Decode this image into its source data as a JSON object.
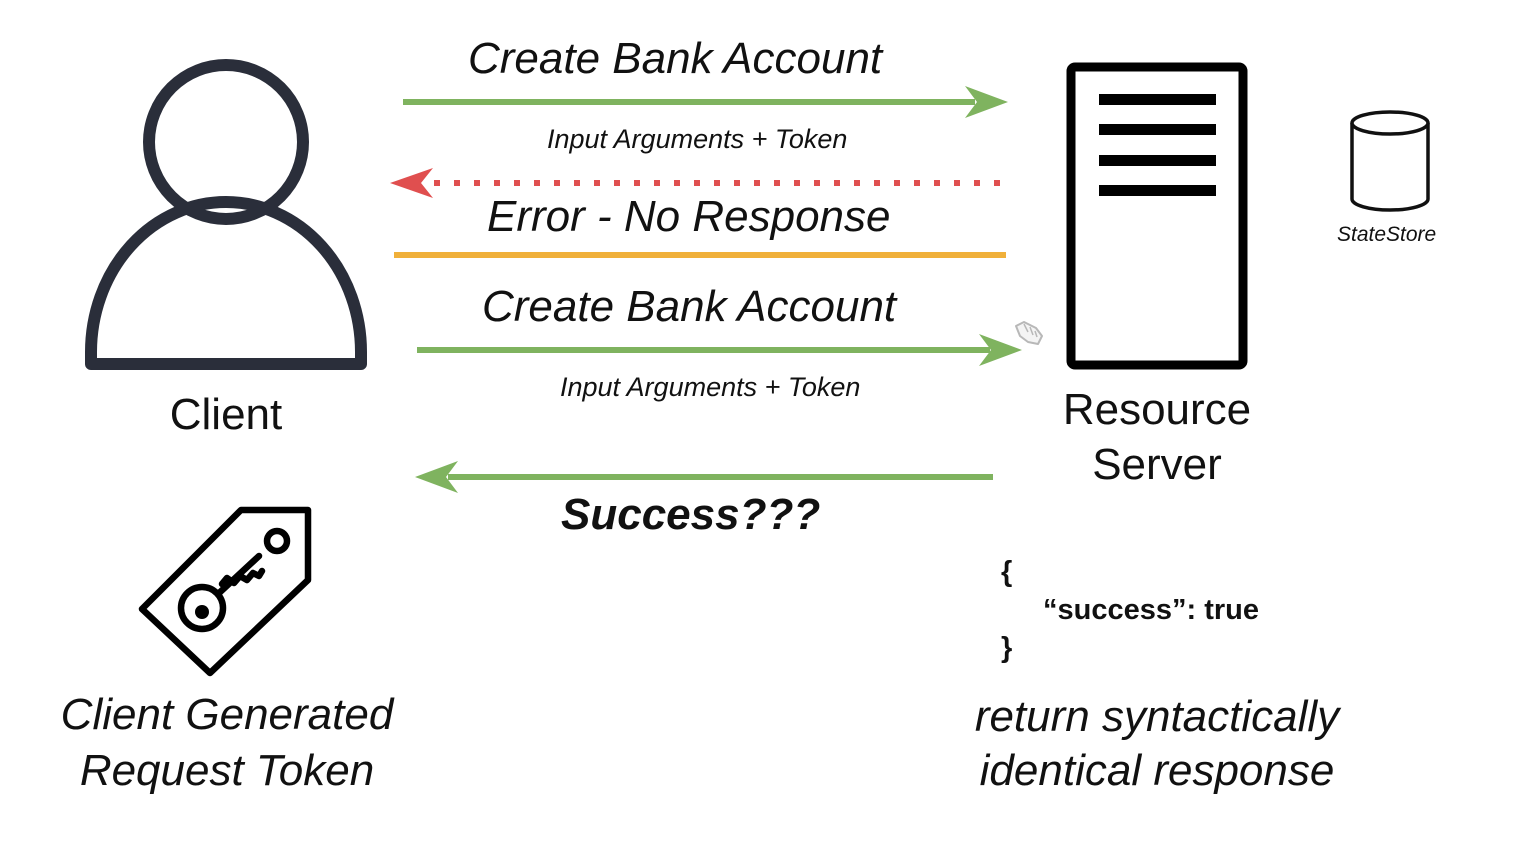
{
  "diagram": {
    "colors": {
      "success_arrow": "#7fb35f",
      "error_arrow": "#e04f4f",
      "divider": "#f0b03a",
      "icon_stroke": "#2a2e3a",
      "server_stroke": "#000000"
    },
    "client": {
      "label": "Client",
      "icon": "person-icon"
    },
    "token": {
      "label_line1": "Client Generated",
      "label_line2": "Request Token",
      "icon": "key-tag-icon"
    },
    "server": {
      "label_line1": "Resource",
      "label_line2": "Server",
      "icon": "server-icon"
    },
    "state_store": {
      "label": "StateStore",
      "icon": "database-icon"
    },
    "messages": {
      "request1_title": "Create Bank Account",
      "request1_sub": "Input Arguments + Token",
      "error_title": "Error - No Response",
      "request2_title": "Create Bank Account",
      "request2_sub": "Input Arguments + Token",
      "response_title": "Success???"
    },
    "response_json": {
      "open": "{",
      "body": "“success”: true",
      "close": "}"
    },
    "note": {
      "line1": "return syntactically",
      "line2": "identical response"
    }
  }
}
